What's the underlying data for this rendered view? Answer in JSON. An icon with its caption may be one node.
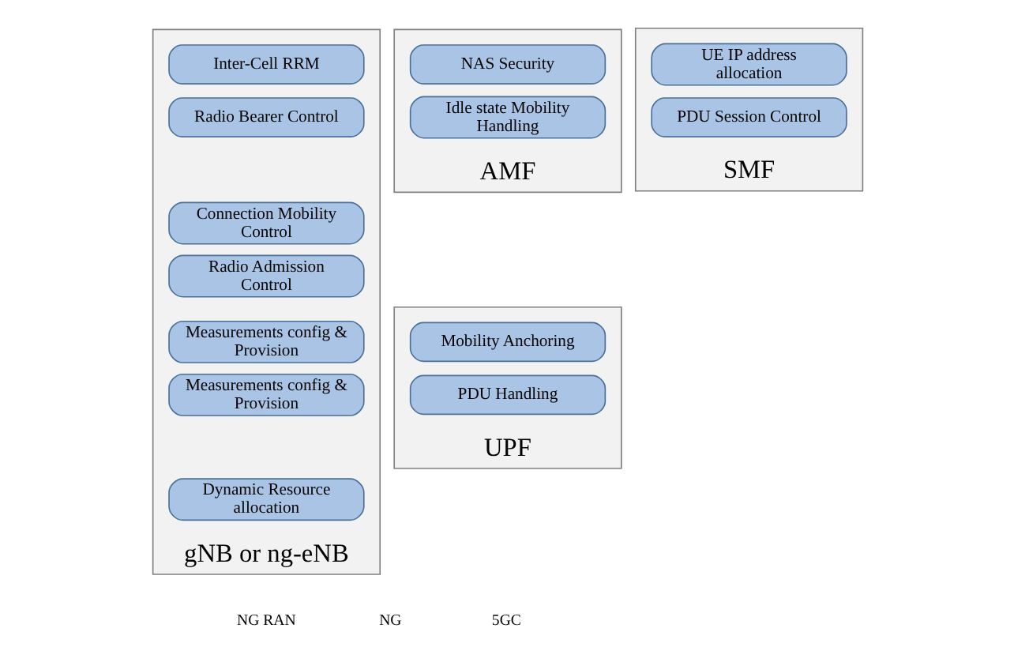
{
  "diagram": {
    "nodes": [
      {
        "text": [
          "gNB or ng-eNB"
        ]
      },
      {
        "text": [
          "Inter-Cell RRM"
        ],
        "in": 0
      },
      {
        "text": [
          "Radio Bearer Control"
        ],
        "in": 0
      },
      {
        "text": [
          "Connection Mobility Control"
        ],
        "in": 0
      },
      {
        "text": [
          "Radio Admission Control"
        ],
        "in": 0
      },
      {
        "text": [
          "Measurements config & Provision"
        ],
        "in": 0
      },
      {
        "text": [
          "Measurements config & Provision"
        ],
        "in": 0
      },
      {
        "text": [
          "Dynamic Resource allocation"
        ],
        "in": 0
      },
      {
        "text": [
          "AMF"
        ]
      },
      {
        "text": [
          "NAS Security"
        ],
        "in": 8
      },
      {
        "text": [
          "Idle state Mobility Handling"
        ],
        "in": 8
      },
      {
        "text": [
          "SMF"
        ]
      },
      {
        "text": [
          "UE IP address allocation"
        ],
        "in": 11
      },
      {
        "text": [
          "PDU Session Control"
        ],
        "in": 11
      },
      {
        "text": [
          "UPF"
        ]
      },
      {
        "text": [
          "Mobility Anchoring"
        ],
        "in": 14
      },
      {
        "text": [
          "PDU Handling"
        ],
        "in": 14
      }
    ],
    "labels": [
      "NG RAN",
      "NG",
      "5GC"
    ]
  }
}
